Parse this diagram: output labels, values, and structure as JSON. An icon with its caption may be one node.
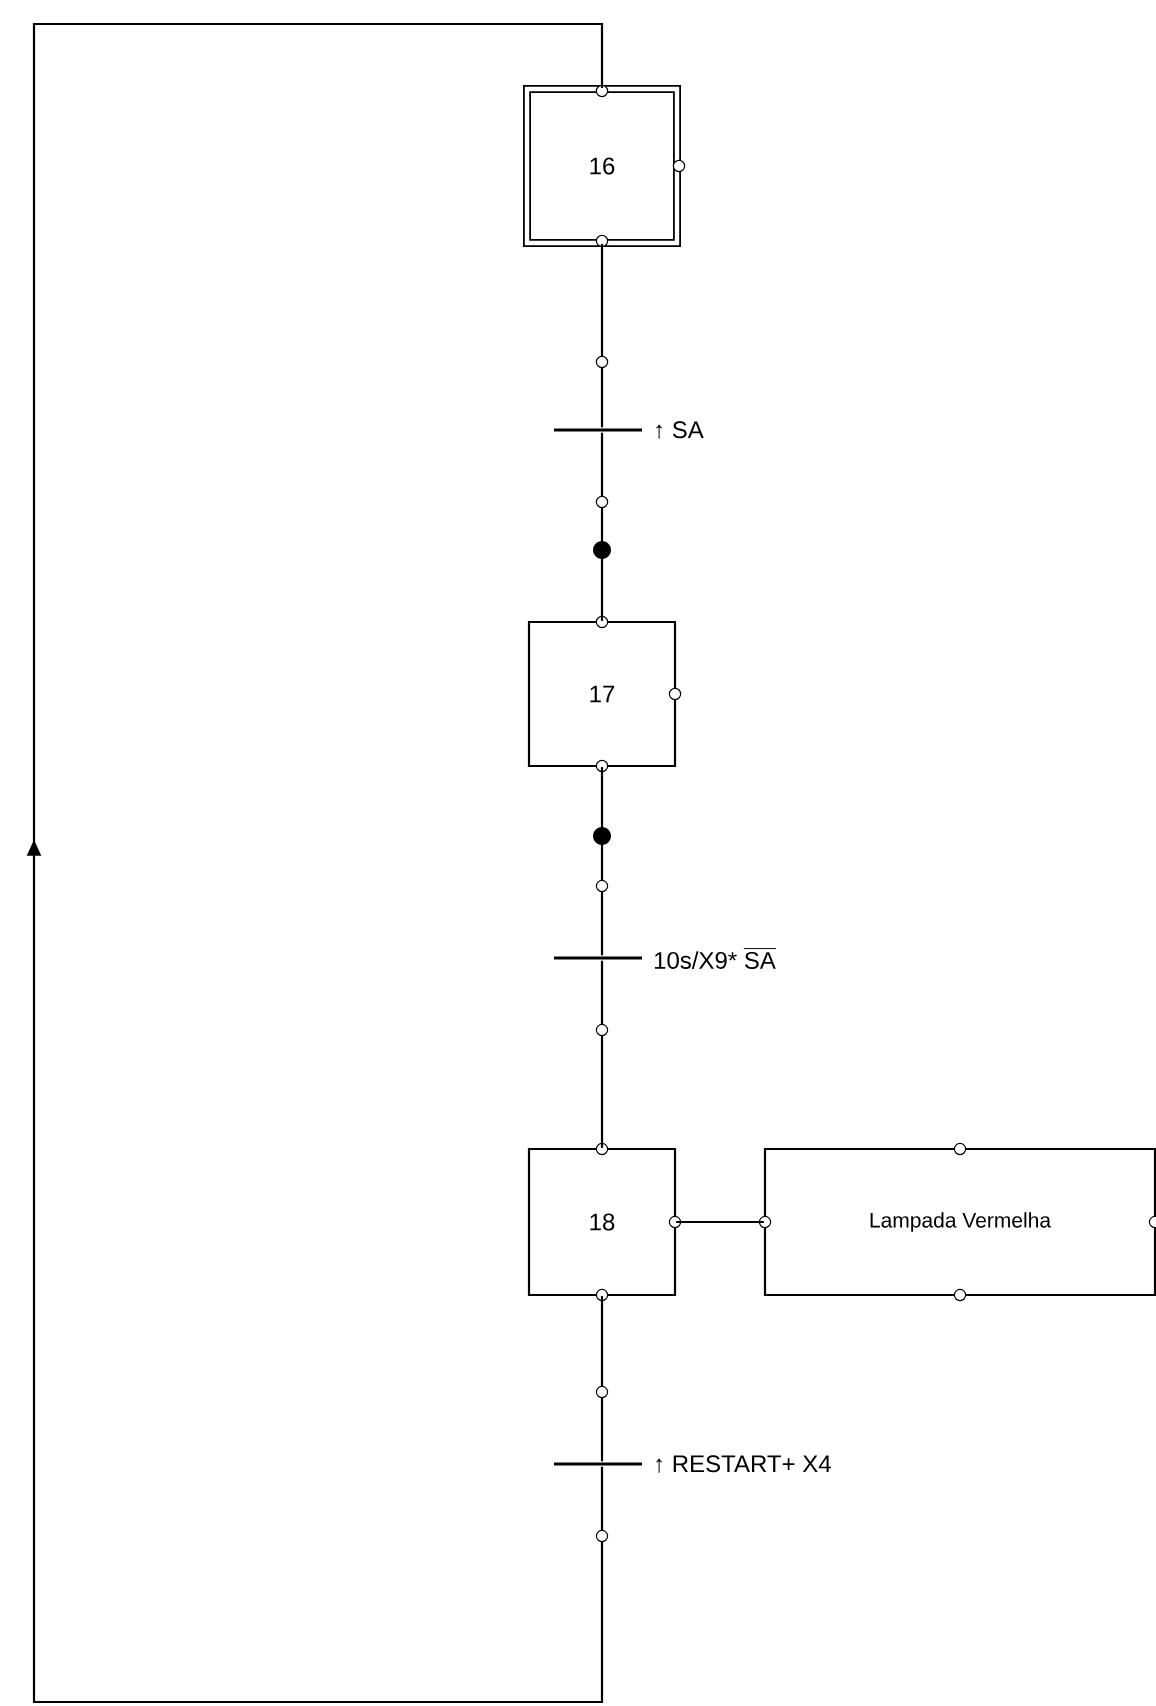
{
  "diagram": {
    "nodes": [
      {
        "text": [
          "16"
        ]
      },
      {
        "text": [
          "17"
        ]
      },
      {
        "text": [
          "18"
        ]
      },
      {
        "text": [
          "Lampada Vermelha"
        ]
      },
      {
        "text": [],
        "shape": "bar",
        "beside": [
          "↑ SA"
        ]
      },
      {
        "text": [],
        "shape": "bar",
        "beside": [
          "\\text{10s/X9* }\\overline{\\text{SA}}"
        ]
      },
      {
        "text": [],
        "shape": "bar",
        "beside": [
          "↑ RESTART+ X4"
        ]
      }
    ],
    "edges": [
      {
        "from": 0,
        "to": 4,
        "arrow": "none"
      },
      {
        "from": 4,
        "to": 1,
        "arrow": "none"
      },
      {
        "from": 1,
        "to": 5,
        "arrow": "none"
      },
      {
        "from": 5,
        "to": 2,
        "arrow": "none"
      },
      {
        "from": 2,
        "to": 3,
        "arrow": "none"
      },
      {
        "from": 2,
        "to": 6,
        "arrow": "none"
      },
      {
        "from": 6,
        "to": 0,
        "arrow": "to"
      }
    ]
  }
}
